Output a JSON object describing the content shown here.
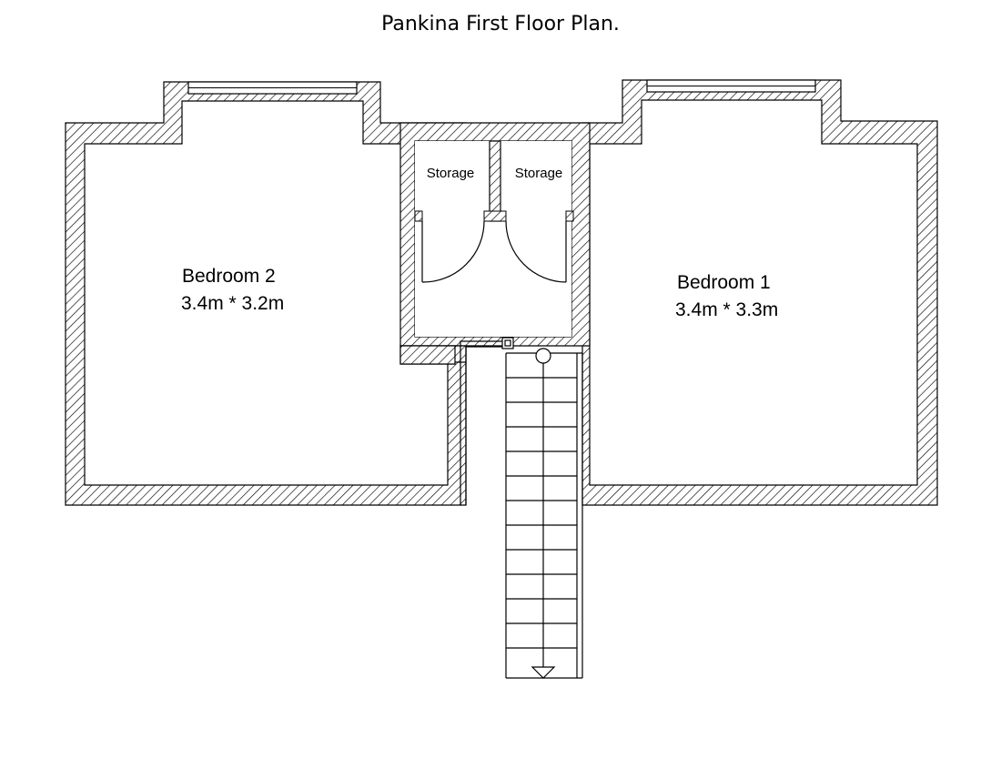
{
  "title": "Pankina First Floor Plan.",
  "rooms": {
    "bedroom2": {
      "name": "Bedroom 2",
      "size": "3.4m * 3.2m"
    },
    "bedroom1": {
      "name": "Bedroom 1",
      "size": "3.4m * 3.3m"
    },
    "storage_left": "Storage",
    "storage_right": "Storage"
  }
}
